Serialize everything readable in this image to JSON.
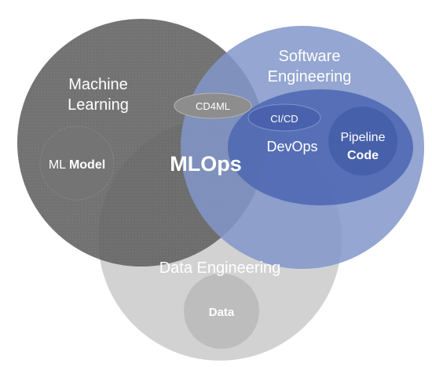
{
  "diagram": {
    "circles": {
      "machine_learning": {
        "label_line1": "Machine",
        "label_line2": "Learning",
        "color": "#6e6e6e"
      },
      "software_engineering": {
        "label_line1": "Software",
        "label_line2": "Engineering",
        "color": "#8ea2cf"
      },
      "data_engineering": {
        "label": "Data Engineering",
        "color": "#cfcfcf"
      }
    },
    "center_label": "MLOps",
    "ml_model": {
      "prefix": "ML",
      "bold": "Model"
    },
    "cd4ml": "CD4ML",
    "devops": "DevOps",
    "cicd": "CI/CD",
    "pipeline_code": {
      "line1": "Pipeline",
      "line2": "Code"
    },
    "data": "Data",
    "colors": {
      "devops_fill": "#5a72b8",
      "pipeline_fill": "#4863ab",
      "cicd_fill": "#4860aa",
      "cd4ml_fill": "#8a8a8a",
      "data_fill": "#b9b9b9",
      "ml_model_fill": "#777777"
    }
  }
}
